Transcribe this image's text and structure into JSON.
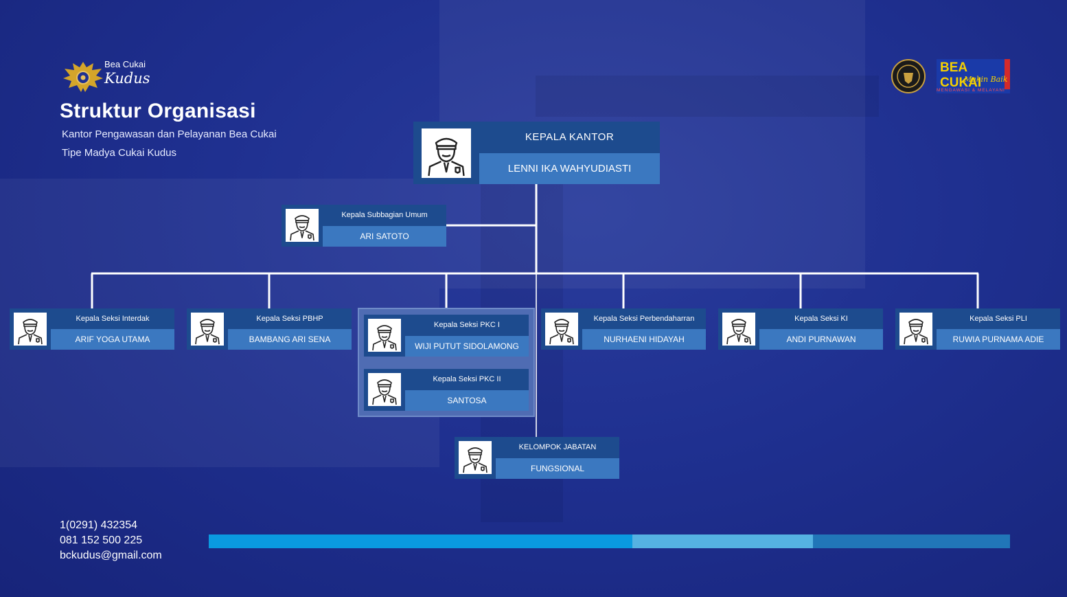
{
  "header": {
    "logo_line1": "Bea Cukai",
    "logo_line2": "Kudus",
    "title": "Struktur Organisasi",
    "subtitle_line1": "Kantor Pengawasan dan Pelayanan Bea Cukai",
    "subtitle_line2": "Tipe Madya Cukai Kudus"
  },
  "brand": {
    "name": "BEA CUKAI",
    "tagline": "Makin Baik",
    "motto": "MENGAWASI & MELAYANI"
  },
  "org": {
    "head": {
      "title": "KEPALA KANTOR",
      "name": "LENNI IKA WAHYUDIASTI"
    },
    "umum": {
      "title": "Kepala Subbagian Umum",
      "name": "ARI SATOTO"
    },
    "interdak": {
      "title": "Kepala  Seksi Interdak",
      "name": "ARIF YOGA UTAMA"
    },
    "pbhp": {
      "title": "Kepala  Seksi PBHP",
      "name": "BAMBANG ARI SENA"
    },
    "pkc1": {
      "title": "Kepala  Seksi PKC I",
      "name": "WIJI PUTUT SIDOLAMONG"
    },
    "pkc2": {
      "title": "Kepala  Seksi PKC II",
      "name": "SANTOSA"
    },
    "perbendaharaan": {
      "title": "Kepala  Seksi Perbendaharran",
      "name": "NURHAENI HIDAYAH"
    },
    "ki": {
      "title": "Kepala  Seksi KI",
      "name": "ANDI PURNAWAN"
    },
    "pli": {
      "title": "Kepala  Seksi PLI",
      "name": "RUWIA PURNAMA ADIE"
    },
    "fungsional": {
      "title": "KELOMPOK JABATAN",
      "name": "FUNGSIONAL"
    }
  },
  "contact": {
    "phone": "1(0291) 432354",
    "mobile": "081 152 500 225",
    "email": "bckudus@gmail.com"
  },
  "colors": {
    "background": "#1f3090",
    "card_title": "#1d4b8e",
    "card_name": "#3b78c0",
    "bar_1": "#0a9ae0",
    "bar_2": "#55b2e2",
    "bar_3": "#2176b8"
  },
  "icons": {
    "avatar": "officer-avatar-icon",
    "logo": "garuda-emblem-icon",
    "seal": "round-seal-icon"
  }
}
